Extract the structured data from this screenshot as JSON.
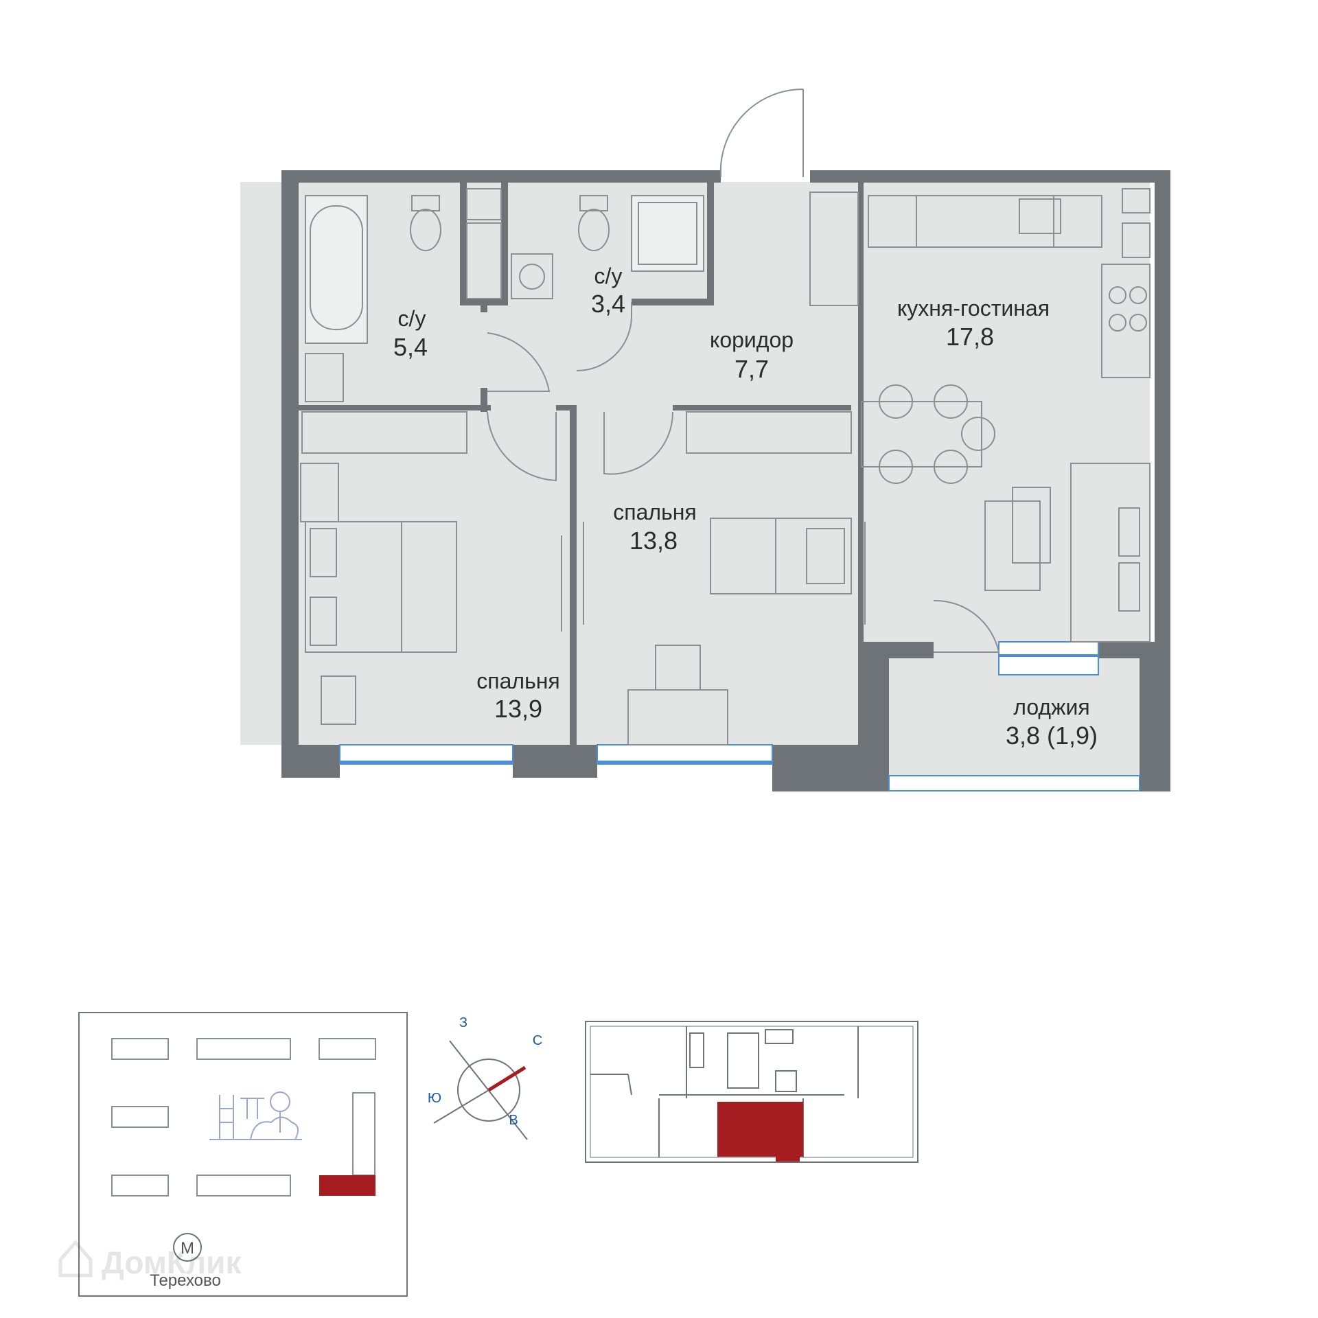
{
  "rooms": [
    {
      "name": "с/у",
      "area": "5,4"
    },
    {
      "name": "с/у",
      "area": "3,4"
    },
    {
      "name": "коридор",
      "area": "7,7"
    },
    {
      "name": "кухня-гостиная",
      "area": "17,8"
    },
    {
      "name": "спальня",
      "area": "13,8"
    },
    {
      "name": "спальня",
      "area": "13,9"
    },
    {
      "name": "лоджия",
      "area": "3,8 (1,9)"
    }
  ],
  "compass": {
    "north": "С",
    "south": "Ю",
    "east": "В",
    "west": "З"
  },
  "metro": {
    "symbol": "М",
    "station": "Терехово"
  },
  "watermark": "ДомКлик",
  "colors": {
    "wall": "#6e7377",
    "floor": "#e3e5e4",
    "highlight": "#a51d20",
    "window": "#4d8fd6",
    "compass_text": "#1f5aa6"
  }
}
